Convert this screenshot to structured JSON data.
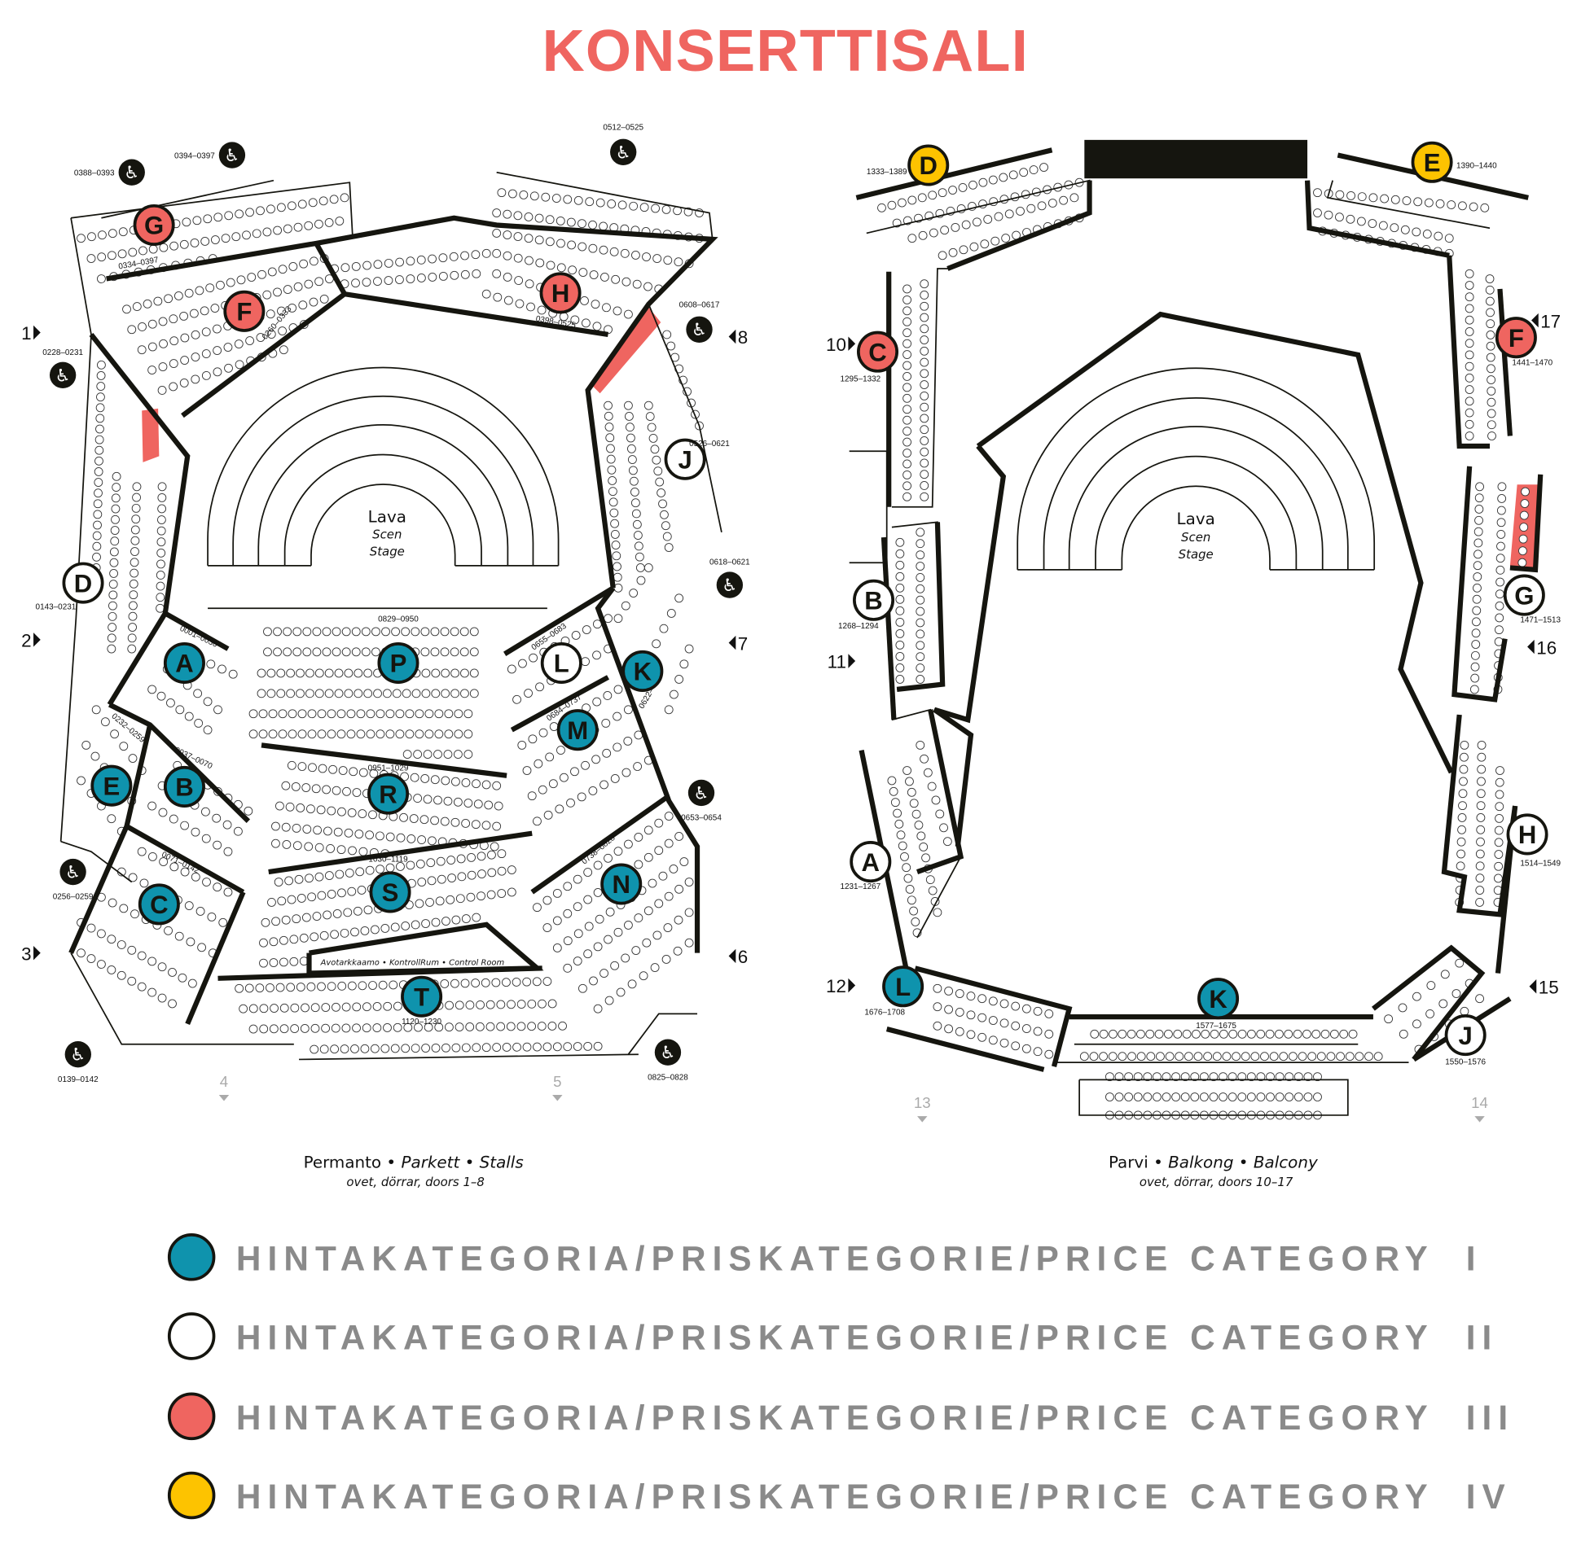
{
  "title": "KONSERTTISALI",
  "colors": {
    "category_I": "#0f93ad",
    "category_II": "#ffffff",
    "category_III": "#ef6560",
    "category_IV": "#fdc300",
    "title": "#ef6560",
    "legend_text": "#8a8a8a"
  },
  "stalls": {
    "caption": {
      "fi": "Permanto",
      "sv": "Parkett",
      "en": "Stalls",
      "sep": "•"
    },
    "doors_caption": "ovet, dörrar, doors 1–8",
    "stage": {
      "fi": "Lava",
      "sv": "Scen",
      "en": "Stage"
    },
    "control_room": "Avotarkkaamo • KontrollRum • Control Room",
    "sections": [
      {
        "id": "A",
        "category": "I",
        "range": "0001–0036"
      },
      {
        "id": "B",
        "category": "I",
        "range": "0037–0070"
      },
      {
        "id": "C",
        "category": "I",
        "range": "0071–0142"
      },
      {
        "id": "D",
        "category": "II",
        "range": "0143–0231"
      },
      {
        "id": "E",
        "category": "I",
        "range": "0232–0259"
      },
      {
        "id": "F",
        "category": "III",
        "range": "0260–0333"
      },
      {
        "id": "G",
        "category": "III",
        "range": "0334–0397"
      },
      {
        "id": "H",
        "category": "III",
        "range": "0398–0525"
      },
      {
        "id": "J",
        "category": "II",
        "range": "0526–0621"
      },
      {
        "id": "K",
        "category": "I",
        "range": "0622–"
      },
      {
        "id": "L",
        "category": "II",
        "range": "0655–0683"
      },
      {
        "id": "M",
        "category": "I",
        "range": "0684–0737"
      },
      {
        "id": "N",
        "category": "I",
        "range": "0738–0828"
      },
      {
        "id": "P",
        "category": "I",
        "range": "0829–0950"
      },
      {
        "id": "R",
        "category": "I",
        "range": "0951–1029"
      },
      {
        "id": "S",
        "category": "I",
        "range": "1030–1119"
      },
      {
        "id": "T",
        "category": "I",
        "range": "1120–1230"
      }
    ],
    "wheelchair": [
      "0388–0393",
      "0394–0397",
      "0512–0525",
      "0608–0617",
      "0228–0231",
      "0618–0621",
      "0653–0654",
      "0256–0259",
      "0139–0142",
      "0825–0828"
    ],
    "doors": [
      "1",
      "2",
      "3",
      "8",
      "7",
      "6",
      "4",
      "5"
    ]
  },
  "balcony": {
    "caption": {
      "fi": "Parvi",
      "sv": "Balkong",
      "en": "Balcony",
      "sep": "•"
    },
    "doors_caption": "ovet, dörrar, doors 10–17",
    "stage": {
      "fi": "Lava",
      "sv": "Scen",
      "en": "Stage"
    },
    "sections": [
      {
        "id": "D",
        "category": "IV",
        "range": "1333–1389"
      },
      {
        "id": "E",
        "category": "IV",
        "range": "1390–1440"
      },
      {
        "id": "C",
        "category": "III",
        "range": "1295–1332"
      },
      {
        "id": "F",
        "category": "III",
        "range": "1441–1470"
      },
      {
        "id": "B",
        "category": "II",
        "range": "1268–1294"
      },
      {
        "id": "G",
        "category": "II",
        "range": "1471–1513"
      },
      {
        "id": "A",
        "category": "II",
        "range": "1231–1267"
      },
      {
        "id": "H",
        "category": "II",
        "range": "1514–1549"
      },
      {
        "id": "L",
        "category": "I",
        "range": "1676–1708"
      },
      {
        "id": "K",
        "category": "I",
        "range": "1577–1675"
      },
      {
        "id": "J",
        "category": "II",
        "range": "1550–1576"
      }
    ],
    "doors": [
      "10",
      "11",
      "12",
      "17",
      "16",
      "15",
      "13",
      "14"
    ]
  },
  "legend": [
    {
      "category": "I",
      "label": "HINTAKATEGORIA/PRISKATEGORIE/PRICE CATEGORY  I"
    },
    {
      "category": "II",
      "label": "HINTAKATEGORIA/PRISKATEGORIE/PRICE CATEGORY  II"
    },
    {
      "category": "III",
      "label": "HINTAKATEGORIA/PRISKATEGORIE/PRICE CATEGORY  III"
    },
    {
      "category": "IV",
      "label": "HINTAKATEGORIA/PRISKATEGORIE/PRICE CATEGORY  IV"
    }
  ]
}
